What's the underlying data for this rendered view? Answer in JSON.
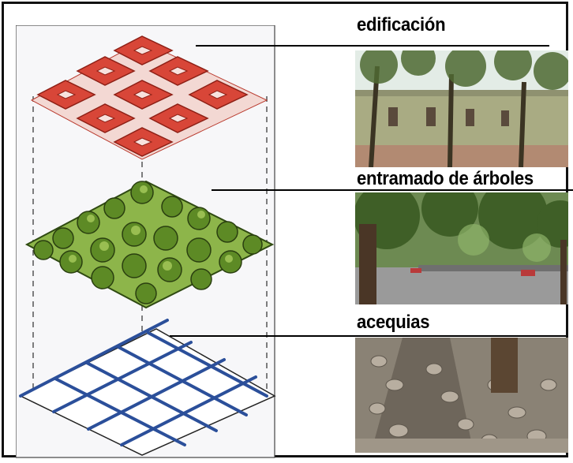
{
  "layers": [
    {
      "label": "edificación",
      "photo": "street-building-photo"
    },
    {
      "label": "entramado de árboles",
      "photo": "tree-canopy-street-photo"
    },
    {
      "label": "acequias",
      "photo": "stone-irrigation-ditch-photo"
    }
  ],
  "colors": {
    "building_red": "#d84638",
    "tree_green": "#6f9a2e",
    "ditch_blue": "#2b4f9a"
  }
}
